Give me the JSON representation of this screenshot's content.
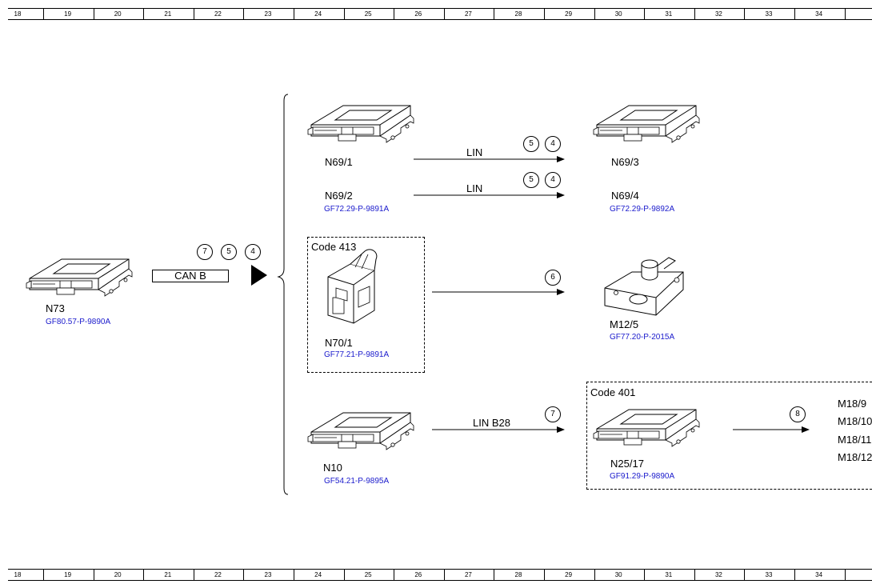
{
  "ruler_numbers": [
    "18",
    "19",
    "20",
    "21",
    "22",
    "23",
    "24",
    "25",
    "26",
    "27",
    "28",
    "29",
    "30",
    "31",
    "32",
    "33",
    "34"
  ],
  "canb": {
    "label": "CAN B",
    "circles": [
      "7",
      "5",
      "4"
    ]
  },
  "components": {
    "n73": {
      "name": "N73",
      "ref": "GF80.57-P-9890A"
    },
    "n69_1": {
      "name": "N69/1"
    },
    "n69_2": {
      "name": "N69/2",
      "ref": "GF72.29-P-9891A"
    },
    "n69_3": {
      "name": "N69/3"
    },
    "n69_4": {
      "name": "N69/4",
      "ref": "GF72.29-P-9892A"
    },
    "n70_1": {
      "name": "N70/1",
      "ref": "GF77.21-P-9891A"
    },
    "m12_5": {
      "name": "M12/5",
      "ref": "GF77.20-P-2015A"
    },
    "n10": {
      "name": "N10",
      "ref": "GF54.21-P-9895A"
    },
    "n25_17": {
      "name": "N25/17",
      "ref": "GF91.29-P-9890A"
    },
    "m18_list": [
      "M18/9",
      "M18/10",
      "M18/11",
      "M18/12"
    ]
  },
  "connections": {
    "lin1": {
      "label": "LIN",
      "circles": [
        "5",
        "4"
      ]
    },
    "lin2": {
      "label": "LIN",
      "circles": [
        "5",
        "4"
      ]
    },
    "code413_link": {
      "circles": [
        "6"
      ]
    },
    "linb28": {
      "label": "LIN B28",
      "circles": [
        "7"
      ]
    },
    "code401_link": {
      "circles": [
        "8"
      ]
    }
  },
  "option_boxes": {
    "code413": "Code 413",
    "code401": "Code 401"
  }
}
